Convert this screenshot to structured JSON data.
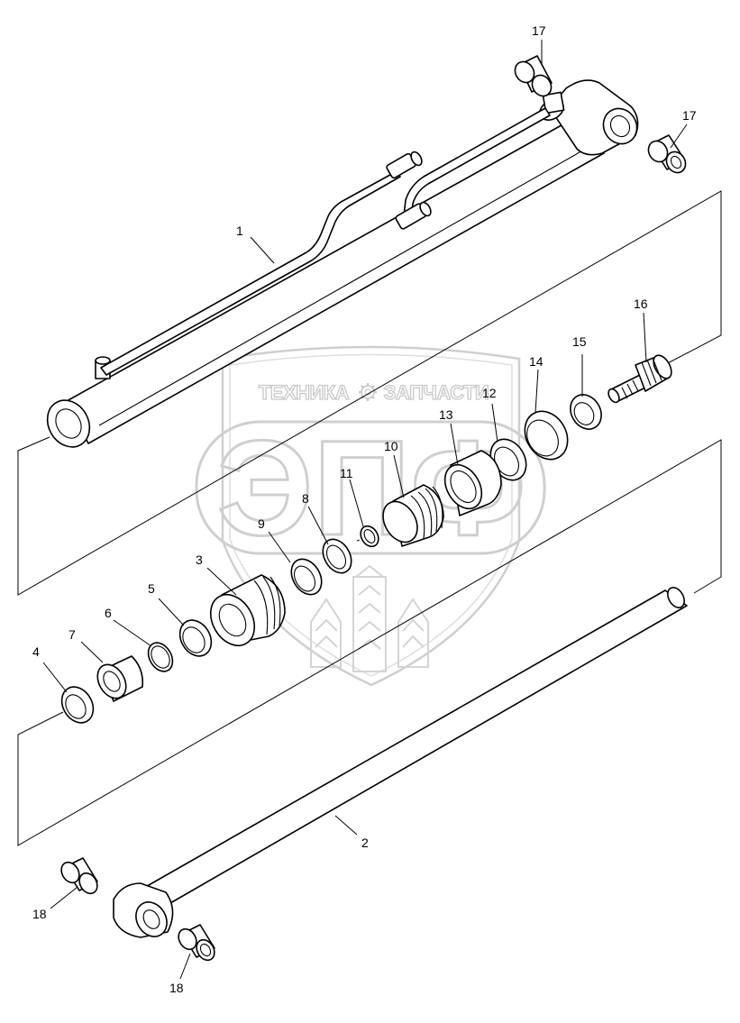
{
  "diagram": {
    "labels": [
      {
        "id": "1",
        "text": "1"
      },
      {
        "id": "2",
        "text": "2"
      },
      {
        "id": "3",
        "text": "3"
      },
      {
        "id": "4",
        "text": "4"
      },
      {
        "id": "5",
        "text": "5"
      },
      {
        "id": "6",
        "text": "6"
      },
      {
        "id": "7",
        "text": "7"
      },
      {
        "id": "8",
        "text": "8"
      },
      {
        "id": "9",
        "text": "9"
      },
      {
        "id": "10",
        "text": "10"
      },
      {
        "id": "11",
        "text": "11"
      },
      {
        "id": "12",
        "text": "12"
      },
      {
        "id": "13",
        "text": "13"
      },
      {
        "id": "14",
        "text": "14"
      },
      {
        "id": "15",
        "text": "15"
      },
      {
        "id": "16",
        "text": "16"
      },
      {
        "id": "17a",
        "text": "17"
      },
      {
        "id": "17b",
        "text": "17"
      },
      {
        "id": "18a",
        "text": "18"
      },
      {
        "id": "18b",
        "text": "18"
      }
    ]
  },
  "watermark": {
    "left_text": "ТЕХНИКА",
    "right_text": "ЗАПЧАСТИ",
    "logo_text": "ЭПФ",
    "icon": "gear-icon"
  }
}
